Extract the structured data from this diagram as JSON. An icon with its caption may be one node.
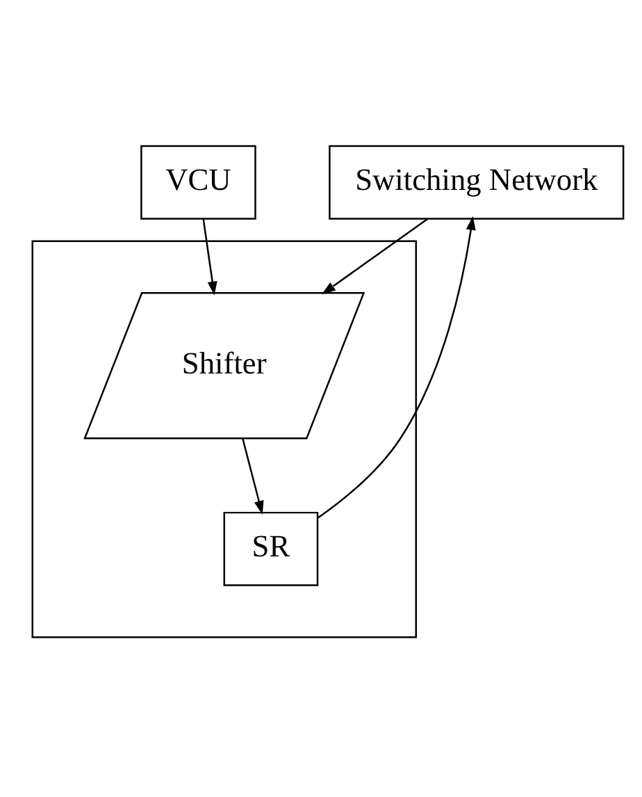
{
  "diagram": {
    "nodes": [
      {
        "text": [
          "VCU"
        ]
      },
      {
        "text": [
          "Switching Network"
        ]
      },
      {
        "text": [],
        "shape": "box"
      },
      {
        "text": [
          "Shifter"
        ],
        "in": 2
      },
      {
        "text": [
          "SR"
        ],
        "in": 2
      }
    ],
    "edges": [
      {
        "from": 0,
        "to": 3,
        "arrow": "to"
      },
      {
        "from": 1,
        "to": 3,
        "arrow": "to"
      },
      {
        "from": 3,
        "to": 4,
        "arrow": "to"
      },
      {
        "from": 4,
        "to": 1,
        "arrow": "to"
      }
    ]
  }
}
